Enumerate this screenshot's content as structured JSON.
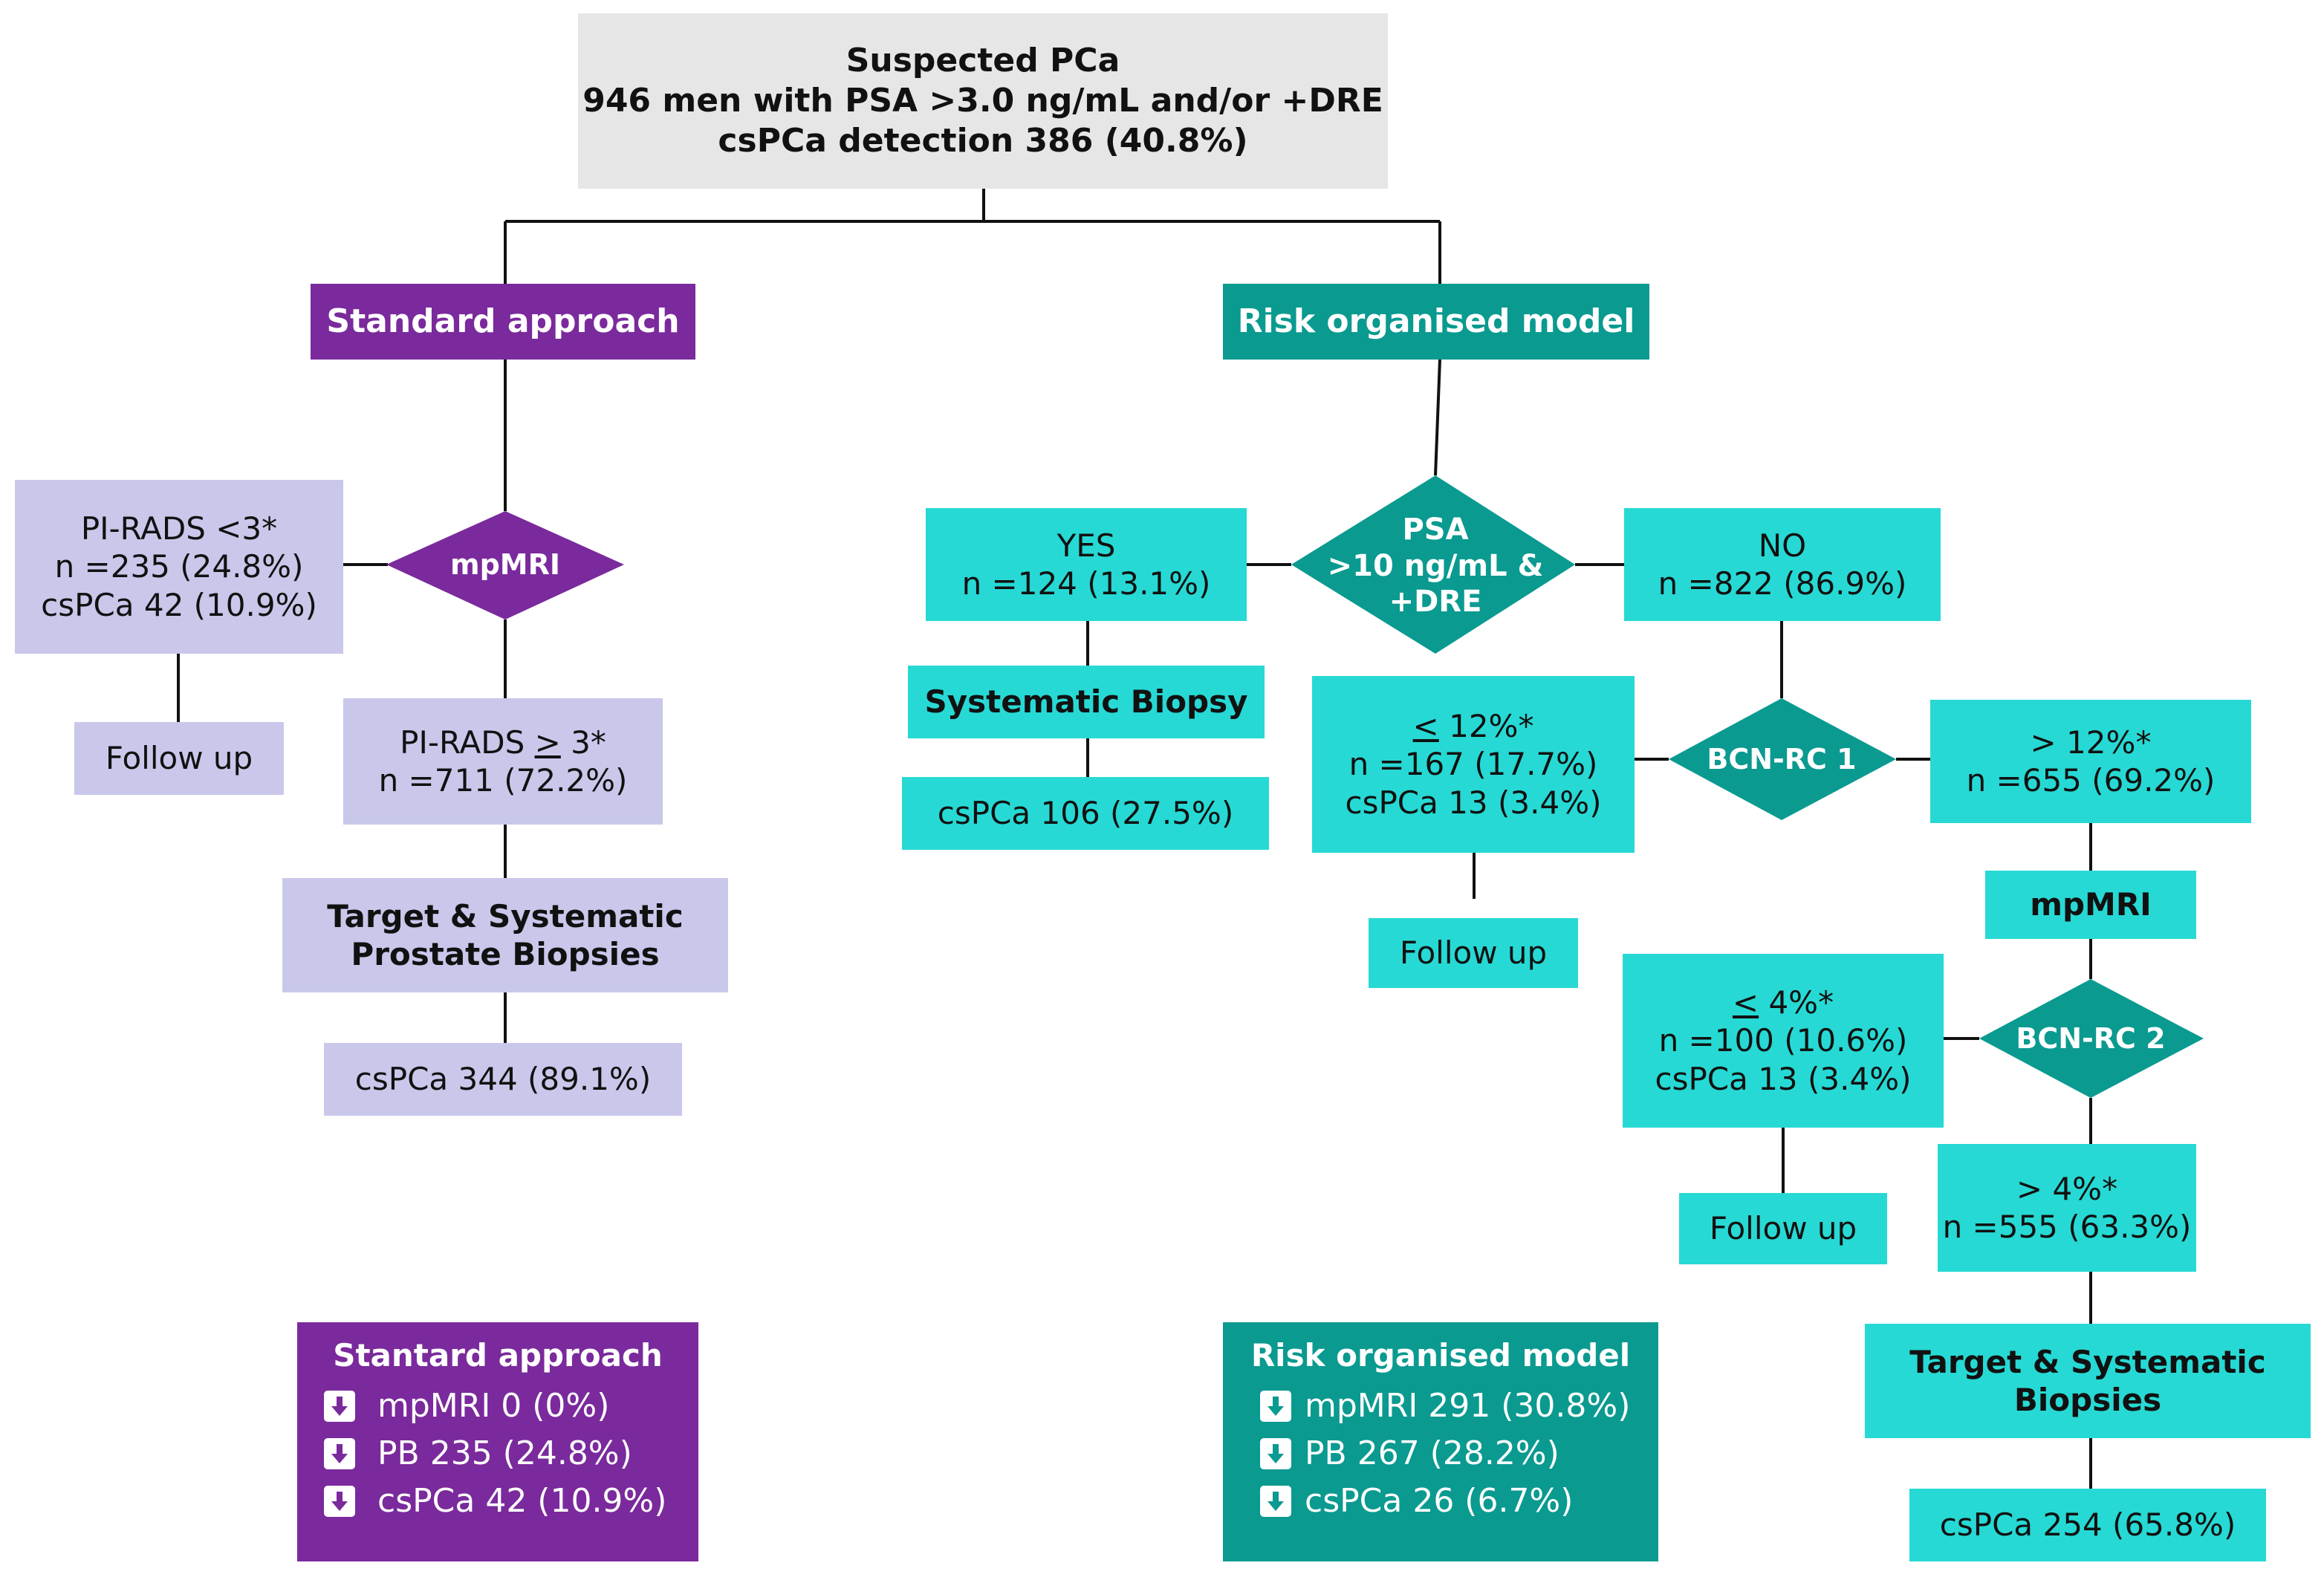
{
  "top": {
    "line1": "Suspected PCa",
    "line2": "946 men with PSA >3.0 ng/mL and/or +DRE",
    "line3": "csPCa detection 386 (40.8%)"
  },
  "standard": {
    "title": "Standard approach",
    "mpmri": "mpMRI",
    "low": {
      "line1": "PI-RADS <3*",
      "line2": "n =235 (24.8%)",
      "line3": "csPCa 42 (10.9%)"
    },
    "follow_up": "Follow up",
    "high": {
      "prefix": "PI-RADS ",
      "ge": ">",
      "suffix": " 3*",
      "line2": "n =711 (72.2%)"
    },
    "biopsy": {
      "line1": "Target & Systematic",
      "line2": "Prostate Biopsies"
    },
    "result": "csPCa 344  (89.1%)"
  },
  "risk": {
    "title": "Risk organised model",
    "psa_diamond": {
      "line1": "PSA",
      "line2": ">10 ng/mL &",
      "line3": "+DRE"
    },
    "yes": {
      "line1": "YES",
      "line2": "n =124 (13.1%)"
    },
    "systematic_biopsy": "Systematic Biopsy",
    "yes_result": "csPCa 106 (27.5%)",
    "no": {
      "line1": "NO",
      "line2": "n =822 (86.9%)"
    },
    "bcn1": "BCN-RC 1",
    "low12": {
      "le": "<",
      "rest": " 12%*",
      "line2": "n =167 (17.7%)",
      "line3": "csPCa 13 (3.4%)"
    },
    "follow_up_1": "Follow up",
    "high12": {
      "line1": "> 12%*",
      "line2": "n =655 (69.2%)"
    },
    "mpmri": "mpMRI",
    "bcn2": "BCN-RC 2",
    "low4": {
      "le": "<",
      "rest": " 4%*",
      "line2": "n =100 (10.6%)",
      "line3": "csPCa 13 (3.4%)"
    },
    "follow_up_2": "Follow up",
    "high4": {
      "line1": "> 4%*",
      "line2": "n =555 (63.3%)"
    },
    "biopsy": {
      "line1": "Target & Systematic",
      "line2": "Biopsies"
    },
    "result": "csPCa 254 (65.8%)"
  },
  "summary_standard": {
    "title": "Stantard approach",
    "rows": [
      "mpMRI 0 (0%)",
      "PB 235 (24.8%)",
      "csPCa 42 (10.9%)"
    ]
  },
  "summary_risk": {
    "title": "Risk organised model",
    "rows": [
      "mpMRI 291 (30.8%)",
      "PB  267 (28.2%)",
      "csPCa 26 (6.7%)"
    ]
  },
  "icons": {
    "summary_row_icon": "down-arrow-icon"
  },
  "colors": {
    "standard_purple": "#7a2a9c",
    "standard_lavender": "#c9c8eb",
    "risk_teal": "#0a9a90",
    "risk_cyan": "#27d9d4",
    "top_gray": "#e6e6e6"
  }
}
